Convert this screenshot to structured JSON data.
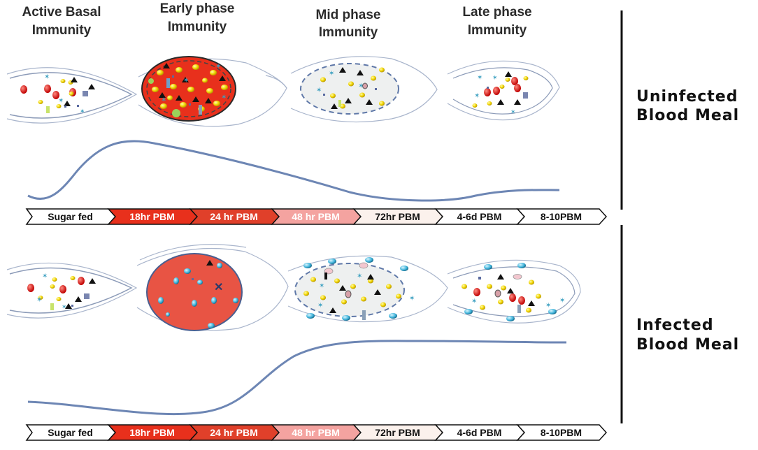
{
  "phases": [
    {
      "title_line1": "Active Basal",
      "title_line2": "Immunity"
    },
    {
      "title_line1": "Early phase",
      "title_line2": "Immunity"
    },
    {
      "title_line1": "Mid phase",
      "title_line2": "Immunity"
    },
    {
      "title_line1": "Late phase",
      "title_line2": "Immunity"
    }
  ],
  "panels": [
    {
      "label_line1": "Uninfected",
      "label_line2": "Blood Meal"
    },
    {
      "label_line1": "Infected",
      "label_line2": "Blood Meal"
    }
  ],
  "timeline": [
    {
      "label": "Sugar fed",
      "fill": "#ffffff",
      "text": "#111111"
    },
    {
      "label": "18hr PBM",
      "fill": "#e8301c",
      "text": "#ffffff"
    },
    {
      "label": "24 hr PBM",
      "fill": "#e0402a",
      "text": "#ffffff"
    },
    {
      "label": "48 hr PBM",
      "fill": "#f4a3a0",
      "text": "#ffffff"
    },
    {
      "label": "72hr PBM",
      "fill": "#fbf1ec",
      "text": "#111111"
    },
    {
      "label": "4-6d PBM",
      "fill": "#ffffff",
      "text": "#111111"
    },
    {
      "label": "8-10PBM",
      "fill": "#ffffff",
      "text": "#111111"
    }
  ],
  "colors": {
    "curve": "#6d86b4",
    "gut_outline": "#8c9bb8",
    "early_red": "#e8301c",
    "infected_red": "#e85444",
    "mid_fill": "#eef0f0"
  }
}
